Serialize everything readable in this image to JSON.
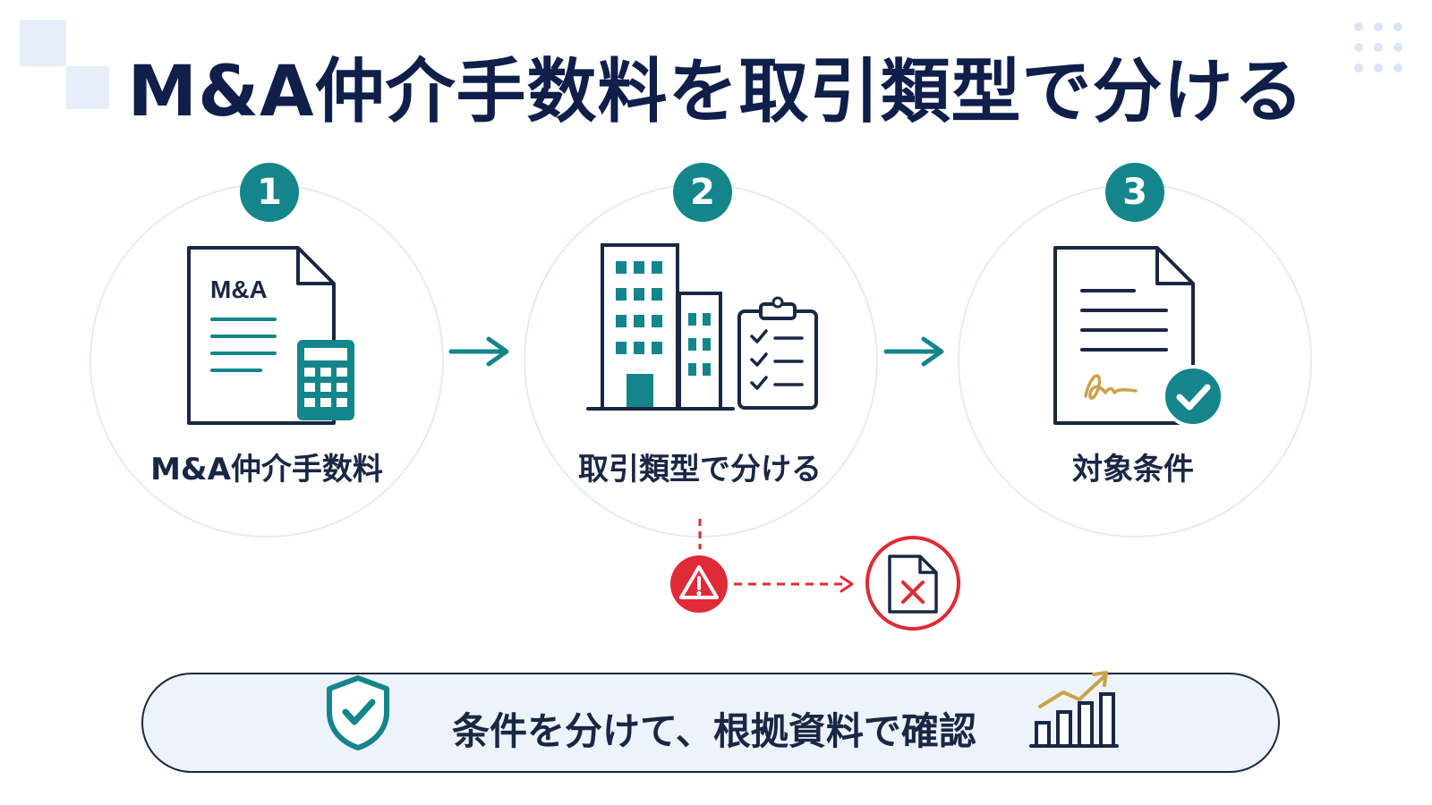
{
  "title": "M&A仲介手数料を取引類型で分ける",
  "steps": [
    {
      "number": "1",
      "label": "M&A仲介手数料",
      "doc_text": "M&A"
    },
    {
      "number": "2",
      "label": "取引類型で分ける"
    },
    {
      "number": "3",
      "label": "対象条件"
    }
  ],
  "bottom": {
    "text": "条件を分けて、根拠資料で確認"
  },
  "icons": {
    "step1": [
      "document-icon",
      "calculator-icon"
    ],
    "step2": [
      "building-icon",
      "clipboard-checklist-icon"
    ],
    "step3": [
      "signed-document-icon",
      "check-badge-icon"
    ],
    "flow": [
      "arrow-right-icon",
      "warning-icon",
      "rejected-document-icon"
    ],
    "bottom": [
      "shield-check-icon",
      "growth-chart-icon"
    ]
  },
  "colors": {
    "navy": "#1a2744",
    "teal": "#14858a",
    "red": "#e02a35",
    "gold": "#c9a24a",
    "light_blue": "#e6eef9"
  }
}
